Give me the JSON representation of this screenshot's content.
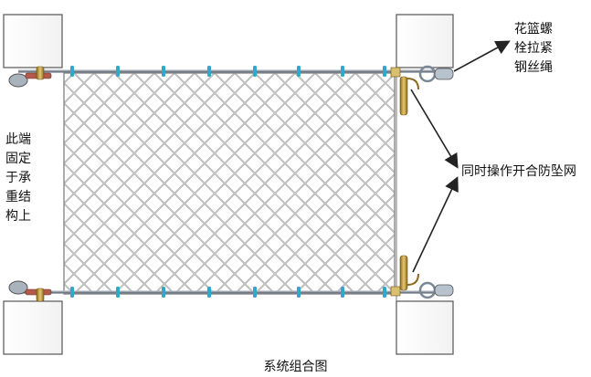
{
  "labels": {
    "left_note": "此端固定于承重结构上",
    "tension_note": "花篮螺栓拉紧钢丝绳",
    "open_note": "同时操作开合防坠网",
    "caption": "系统组合图"
  },
  "colors": {
    "post_fill": "#ffffff",
    "post_stroke": "#555555",
    "mesh_wire": "#9a9a9a",
    "cable": "#7f8a95",
    "clip": "#32a8c8",
    "brass": "#c9a24a",
    "arrow": "#222222"
  }
}
